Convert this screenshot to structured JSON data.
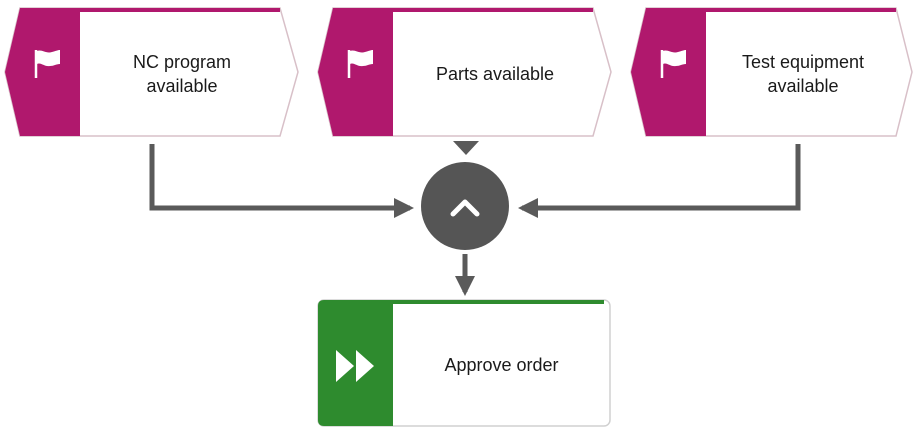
{
  "colors": {
    "event_accent": "#b0186d",
    "function_accent": "#2e8b2e",
    "connector": "#5a5a5a",
    "operator_fill": "#555555",
    "box_border": "#d8c0c8"
  },
  "events": [
    {
      "label": "NC program\navailable",
      "icon": "flag-icon"
    },
    {
      "label": "Parts available",
      "icon": "flag-icon"
    },
    {
      "label": "Test equipment\navailable",
      "icon": "flag-icon"
    }
  ],
  "operator": {
    "type": "AND",
    "icon": "caret-up-icon"
  },
  "function": {
    "label": "Approve order",
    "icon": "fast-forward-icon"
  }
}
